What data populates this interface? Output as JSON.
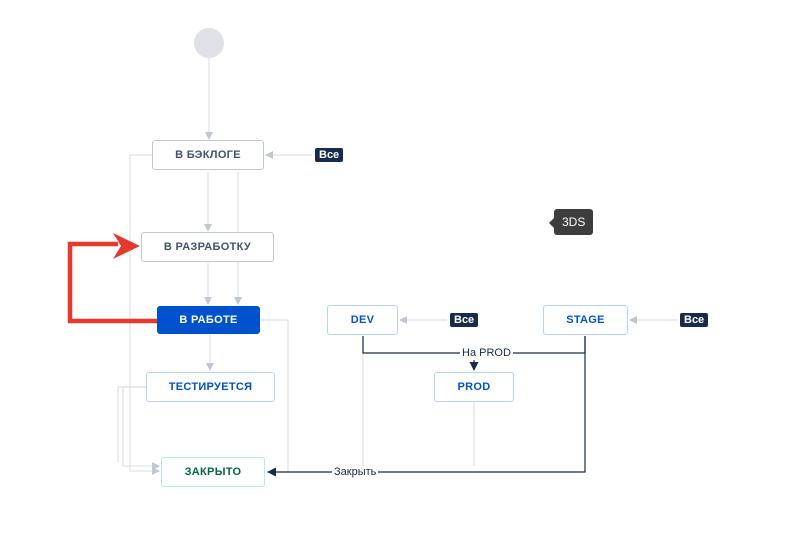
{
  "statuses": {
    "backlog": "В БЭКЛОГЕ",
    "to_dev": "В РАЗРАБОТКУ",
    "in_progress": "В РАБОТЕ",
    "testing": "ТЕСТИРУЕТСЯ",
    "closed": "ЗАКРЫТО",
    "dev": "DEV",
    "stage": "STAGE",
    "prod": "PROD"
  },
  "badges": {
    "all": "Все"
  },
  "transitions": {
    "to_prod": "На PROD",
    "close": "Закрыть"
  },
  "tooltip": {
    "text": "3DS"
  },
  "colors": {
    "connector": "#dfe1e6",
    "connector_selected": "#172b4d",
    "highlight_arrow": "#e5392b",
    "status_in_progress_active": "#0052cc"
  }
}
